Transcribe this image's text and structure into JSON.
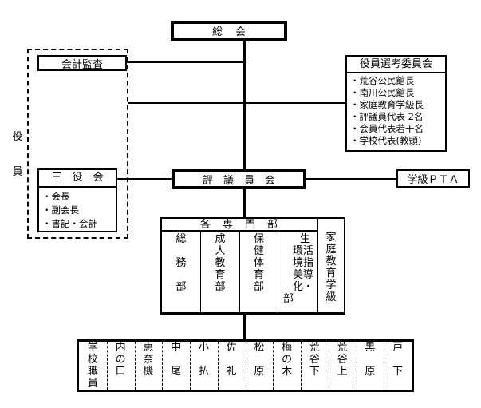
{
  "diagram": {
    "general_assembly": {
      "label": "総　　　会",
      "chars": [
        "総",
        "会"
      ]
    },
    "officers_label": [
      "役",
      "員"
    ],
    "audit": {
      "label": "会計監査"
    },
    "officer_selection": {
      "title": "役員選考委員会",
      "items": [
        "・荒谷公民館長",
        "・南川公民館長",
        "・家庭教育学級長",
        "・評議員代表 2名",
        "・会員代表若干名",
        "・学校代表(教頭)"
      ]
    },
    "three_officers": {
      "title": "三　役　会",
      "items": [
        "・会長",
        "・副会長",
        "・書記・会計"
      ]
    },
    "council": {
      "label": "評　議　員　会"
    },
    "class_pta": {
      "label": "学級ＰＴＡ"
    },
    "departments": {
      "header": "各　専　門　部",
      "columns": [
        {
          "name": "総務部",
          "chars": [
            "総",
            "",
            "務",
            "",
            "部"
          ]
        },
        {
          "name": "成人教育部",
          "chars": [
            "成",
            "人",
            "教",
            "育",
            "部"
          ]
        },
        {
          "name": "保健体育部",
          "chars": [
            "保",
            "健",
            "体",
            "育",
            "部"
          ]
        },
        {
          "name": "生活指導・環境美化部",
          "chars": [
            "生",
            "環活",
            "境指",
            "美導",
            "化・",
            "部"
          ]
        }
      ],
      "side": {
        "name": "家庭教育学級",
        "chars": [
          "家",
          "庭",
          "教",
          "育",
          "学",
          "級"
        ]
      }
    },
    "districts": [
      {
        "name": "学校職員",
        "chars": [
          "学",
          "校",
          "職",
          "員"
        ]
      },
      {
        "name": "内の口",
        "chars": [
          "内",
          "の",
          "口"
        ]
      },
      {
        "name": "恵奈機",
        "chars": [
          "恵",
          "奈",
          "機"
        ]
      },
      {
        "name": "中尾",
        "chars": [
          "中",
          "",
          "尾"
        ]
      },
      {
        "name": "小払",
        "chars": [
          "小",
          "",
          "払"
        ]
      },
      {
        "name": "佐礼",
        "chars": [
          "佐",
          "",
          "礼"
        ]
      },
      {
        "name": "松原",
        "chars": [
          "松",
          "",
          "原"
        ]
      },
      {
        "name": "梅の木",
        "chars": [
          "梅",
          "の",
          "木"
        ]
      },
      {
        "name": "荒谷下",
        "chars": [
          "荒",
          "谷",
          "下"
        ]
      },
      {
        "name": "荒谷上",
        "chars": [
          "荒",
          "谷",
          "上"
        ]
      },
      {
        "name": "黒原",
        "chars": [
          "黒",
          "",
          "原"
        ]
      },
      {
        "name": "戸下",
        "chars": [
          "戸",
          "",
          "下"
        ]
      }
    ]
  }
}
